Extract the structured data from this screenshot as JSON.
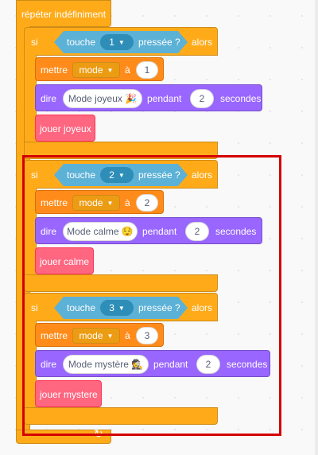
{
  "forever": {
    "label": "répéter indéfiniment"
  },
  "blocks": [
    {
      "if_label": "si",
      "then_label": "alors",
      "key_label": "touche",
      "key_value": "1",
      "pressed_label": "pressée ?",
      "set_label": "mettre",
      "var_name": "mode",
      "to_label": "à",
      "var_value": "1",
      "say_label": "dire",
      "say_text": "Mode joyeux 🎉",
      "for_label": "pendant",
      "secs_value": "2",
      "secs_label": "secondes",
      "play_label": "jouer joyeux"
    },
    {
      "if_label": "si",
      "then_label": "alors",
      "key_label": "touche",
      "key_value": "2",
      "pressed_label": "pressée ?",
      "set_label": "mettre",
      "var_name": "mode",
      "to_label": "à",
      "var_value": "2",
      "say_label": "dire",
      "say_text": "Mode calme 😌",
      "for_label": "pendant",
      "secs_value": "2",
      "secs_label": "secondes",
      "play_label": "jouer calme"
    },
    {
      "if_label": "si",
      "then_label": "alors",
      "key_label": "touche",
      "key_value": "3",
      "pressed_label": "pressée ?",
      "set_label": "mettre",
      "var_name": "mode",
      "to_label": "à",
      "var_value": "3",
      "say_label": "dire",
      "say_text": "Mode mystère 🕵",
      "for_label": "pendant",
      "secs_value": "2",
      "secs_label": "secondes",
      "play_label": "jouer mystere"
    }
  ],
  "colors": {
    "control": "#ffab19",
    "variables": "#ff8c1a",
    "sensing": "#5cb1d6",
    "looks": "#9966ff",
    "myblocks": "#ff6680",
    "highlight": "#d30000"
  }
}
